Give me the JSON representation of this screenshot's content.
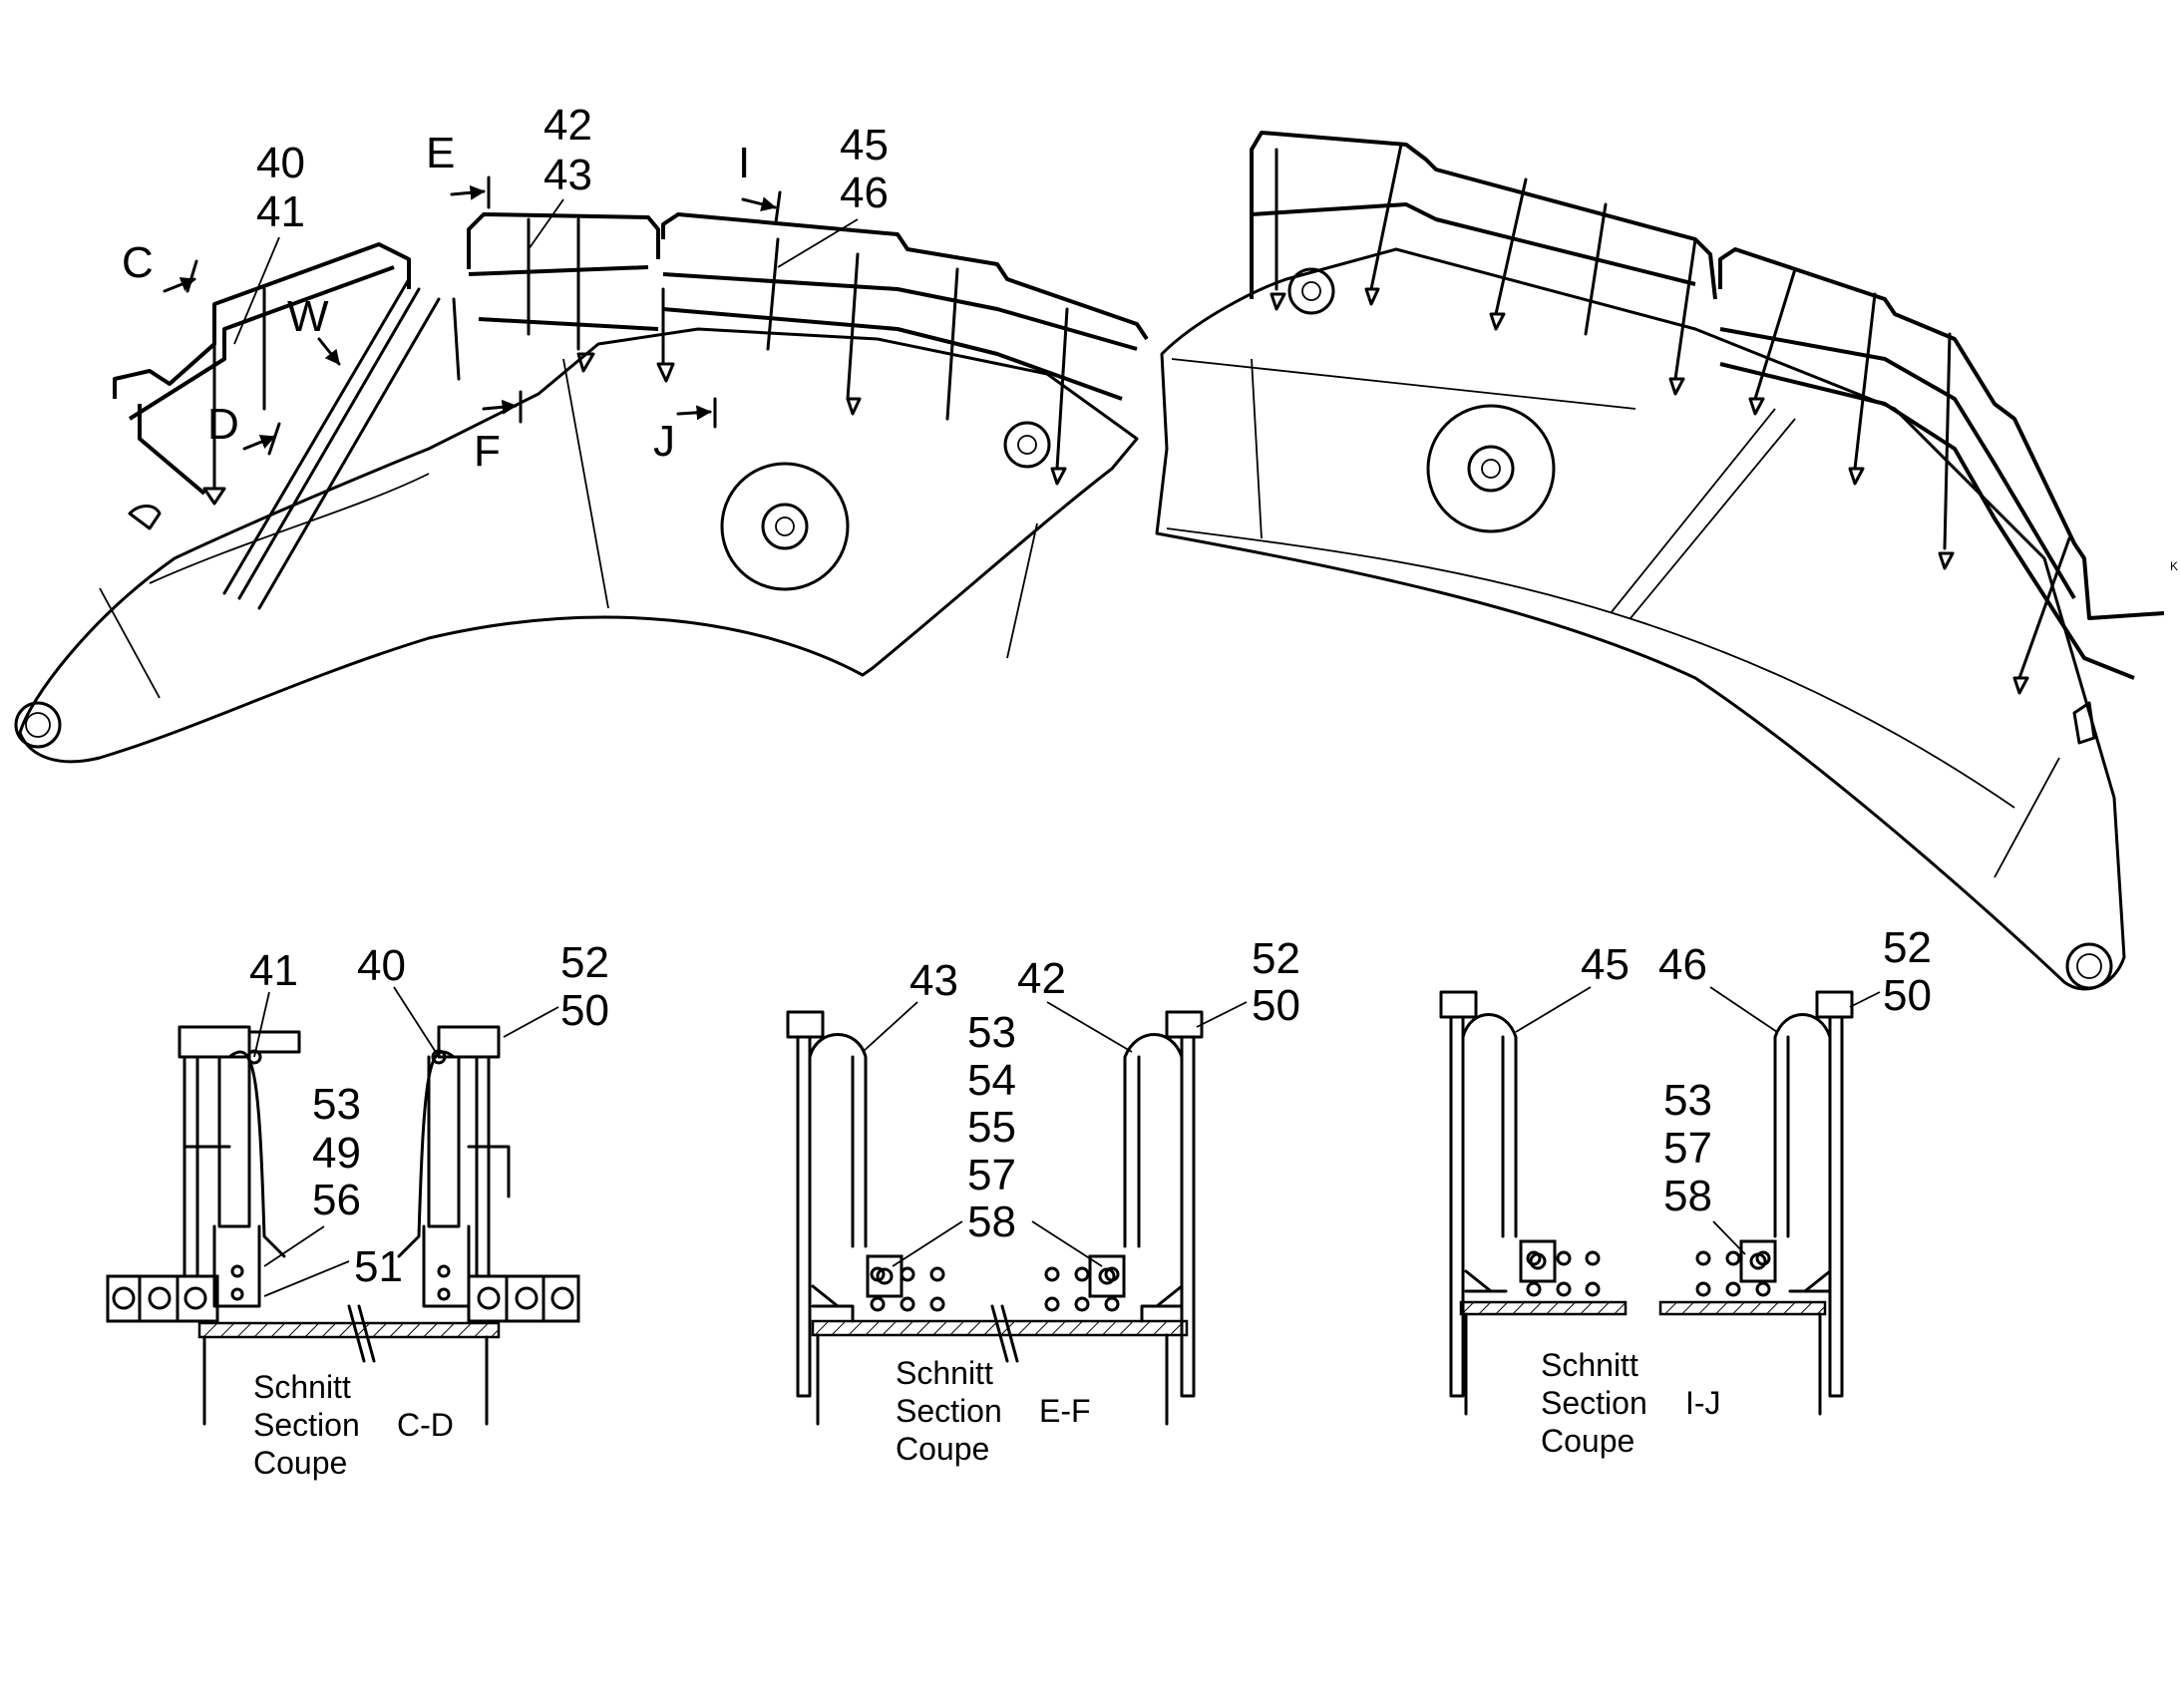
{
  "boom_labels": {
    "l40": "40",
    "l41": "41",
    "l42": "42",
    "l43": "43",
    "l45": "45",
    "l46": "46",
    "C": "C",
    "D": "D",
    "E": "E",
    "F": "F",
    "I": "I",
    "J": "J",
    "W": "W"
  },
  "section_cd": {
    "l41": "41",
    "l40": "40",
    "l52": "52",
    "l50": "50",
    "l53": "53",
    "l49": "49",
    "l56": "56",
    "l51": "51",
    "schnitt": "Schnitt",
    "section": "Section",
    "coupe": "Coupe",
    "id": "C-D"
  },
  "section_ef": {
    "l43": "43",
    "l42": "42",
    "l52": "52",
    "l50": "50",
    "l53": "53",
    "l54": "54",
    "l55": "55",
    "l57": "57",
    "l58": "58",
    "schnitt": "Schnitt",
    "section": "Section",
    "coupe": "Coupe",
    "id": "E-F"
  },
  "section_ij": {
    "l45": "45",
    "l46": "46",
    "l52": "52",
    "l50": "50",
    "l53": "53",
    "l57": "57",
    "l58": "58",
    "schnitt": "Schnitt",
    "section": "Section",
    "coupe": "Coupe",
    "id": "I-J"
  },
  "edge_mark": "K"
}
